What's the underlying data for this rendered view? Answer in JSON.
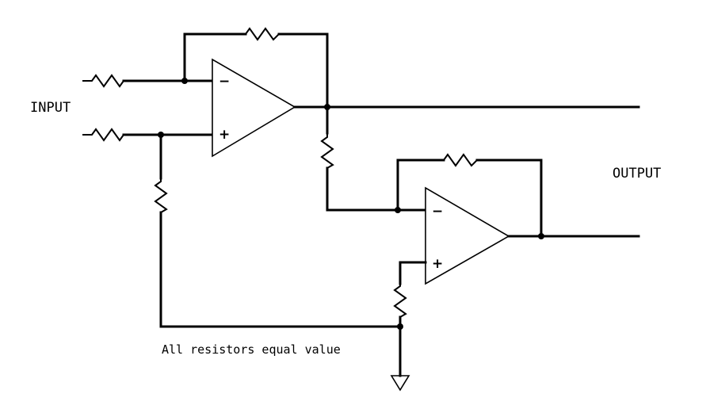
{
  "labels": {
    "input": "INPUT",
    "output": "OUTPUT",
    "note": "All resistors equal value"
  },
  "symbols": {
    "minus": "−",
    "plus": "+"
  },
  "colors": {
    "line": "#000000",
    "background": "#ffffff"
  }
}
